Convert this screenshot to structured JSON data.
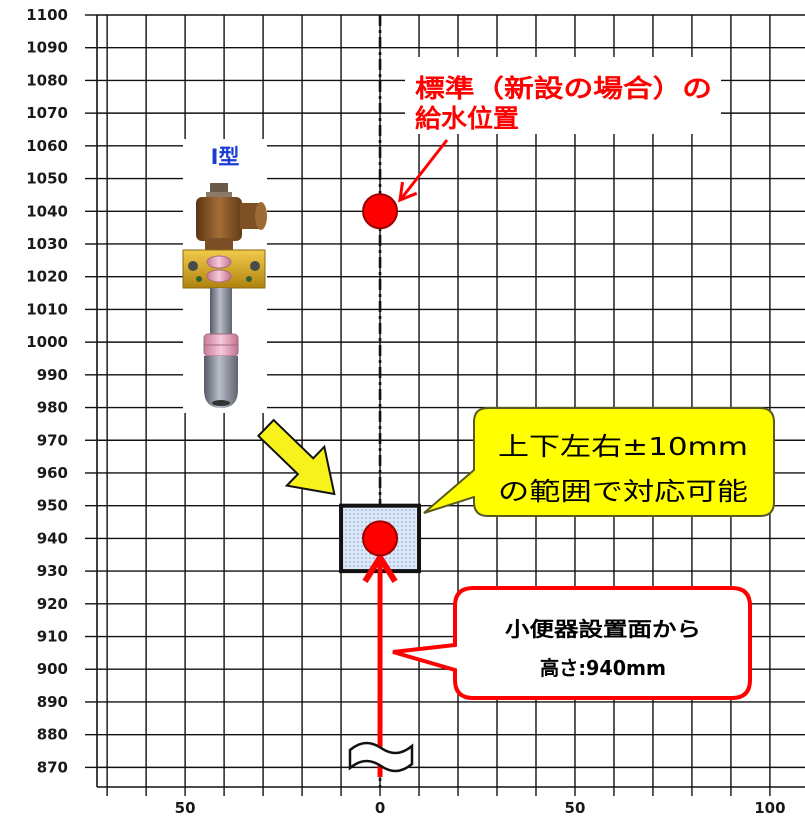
{
  "chart_data": {
    "type": "scatter",
    "grid": true,
    "x_grid_step": 10,
    "xlim": [
      -72.6,
      109
    ],
    "ylim": [
      864,
      1100
    ],
    "y_ticks": [
      1100,
      1090,
      1080,
      1070,
      1060,
      1050,
      1040,
      1030,
      1020,
      1010,
      1000,
      990,
      980,
      970,
      960,
      950,
      940,
      930,
      920,
      910,
      900,
      890,
      880,
      870
    ],
    "x_tick_labels": [
      {
        "value": -50,
        "label": "50"
      },
      {
        "value": 0,
        "label": "0"
      },
      {
        "value": 50,
        "label": "50"
      },
      {
        "value": 100,
        "label": "100"
      }
    ],
    "reference_line": {
      "x": 0,
      "style": "dash-dot"
    },
    "points": [
      {
        "x": 0,
        "y": 1040,
        "color": "#ff0000"
      },
      {
        "x": 0,
        "y": 940,
        "color": "#ff0000"
      }
    ],
    "tolerance_box": {
      "x": [
        -10,
        10
      ],
      "y": [
        930,
        950
      ]
    },
    "height_arrow": {
      "x": 0,
      "to_y": 940,
      "color": "#ff0000"
    }
  },
  "annotations": {
    "standard_position": {
      "line1": "標準（新設の場合）の",
      "line2": "給水位置",
      "color": "#ff0000"
    },
    "type_label": {
      "text": "Ⅰ型",
      "color": "#1a3bd6"
    },
    "range_callout": {
      "line1": "上下左右±10mm",
      "line2": "の範囲で対応可能",
      "fill": "#ffff00"
    },
    "height_callout": {
      "line1": "小便器設置面から",
      "line2": "高さ:940mm",
      "border": "#ff0000"
    }
  },
  "icons": {
    "illustration": "water-supply-valve-icon",
    "break_symbol": "axis-break-icon",
    "pointer_arrow": "arrow-icon"
  }
}
